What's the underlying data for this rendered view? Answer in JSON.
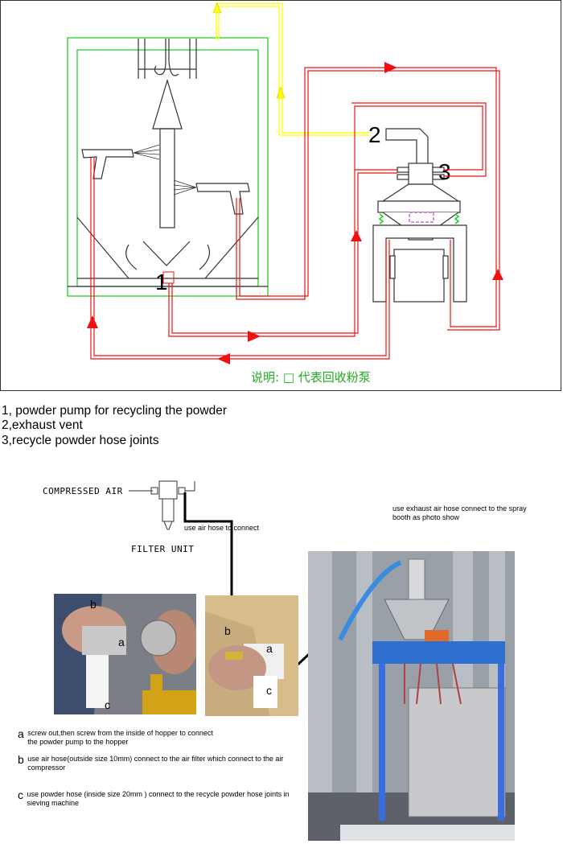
{
  "diagram": {
    "labels": [
      "1",
      "2",
      "3"
    ],
    "legend_note": "说明: □ 代表回收粉泵",
    "colors": {
      "booth": "#22cc22",
      "air_line": "#ffff00",
      "powder_line": "#ee1111",
      "equipment": "#333333",
      "magnet": "#cc44cc",
      "spring": "#22cc22"
    }
  },
  "legend_items": [
    "1,  powder pump for recycling the powder",
    "2,exhaust vent",
    "3,recycle powder hose joints"
  ],
  "install": {
    "compressed_air": "COMPRESSED AIR",
    "filter_unit": "FILTER UNIT",
    "air_hose_note": "use air hose to connect",
    "exhaust_note": "use exhaust air hose connect to the spray booth as photo show",
    "photo1_labels": [
      "b",
      "a",
      "c"
    ],
    "photo2_labels": [
      "b",
      "a",
      "c"
    ],
    "notes": [
      {
        "letter": "a",
        "text": "screw out,then screw  from the inside of hopper to connect the powder pump to the hopper"
      },
      {
        "letter": "b",
        "text": "use air hose(outside size 10mm) connect to the air filter which connect to the air compressor"
      },
      {
        "letter": "c",
        "text": "use powder hose (inside size 20mm ) connect to the recycle powder hose joints in sieving machine"
      }
    ]
  }
}
